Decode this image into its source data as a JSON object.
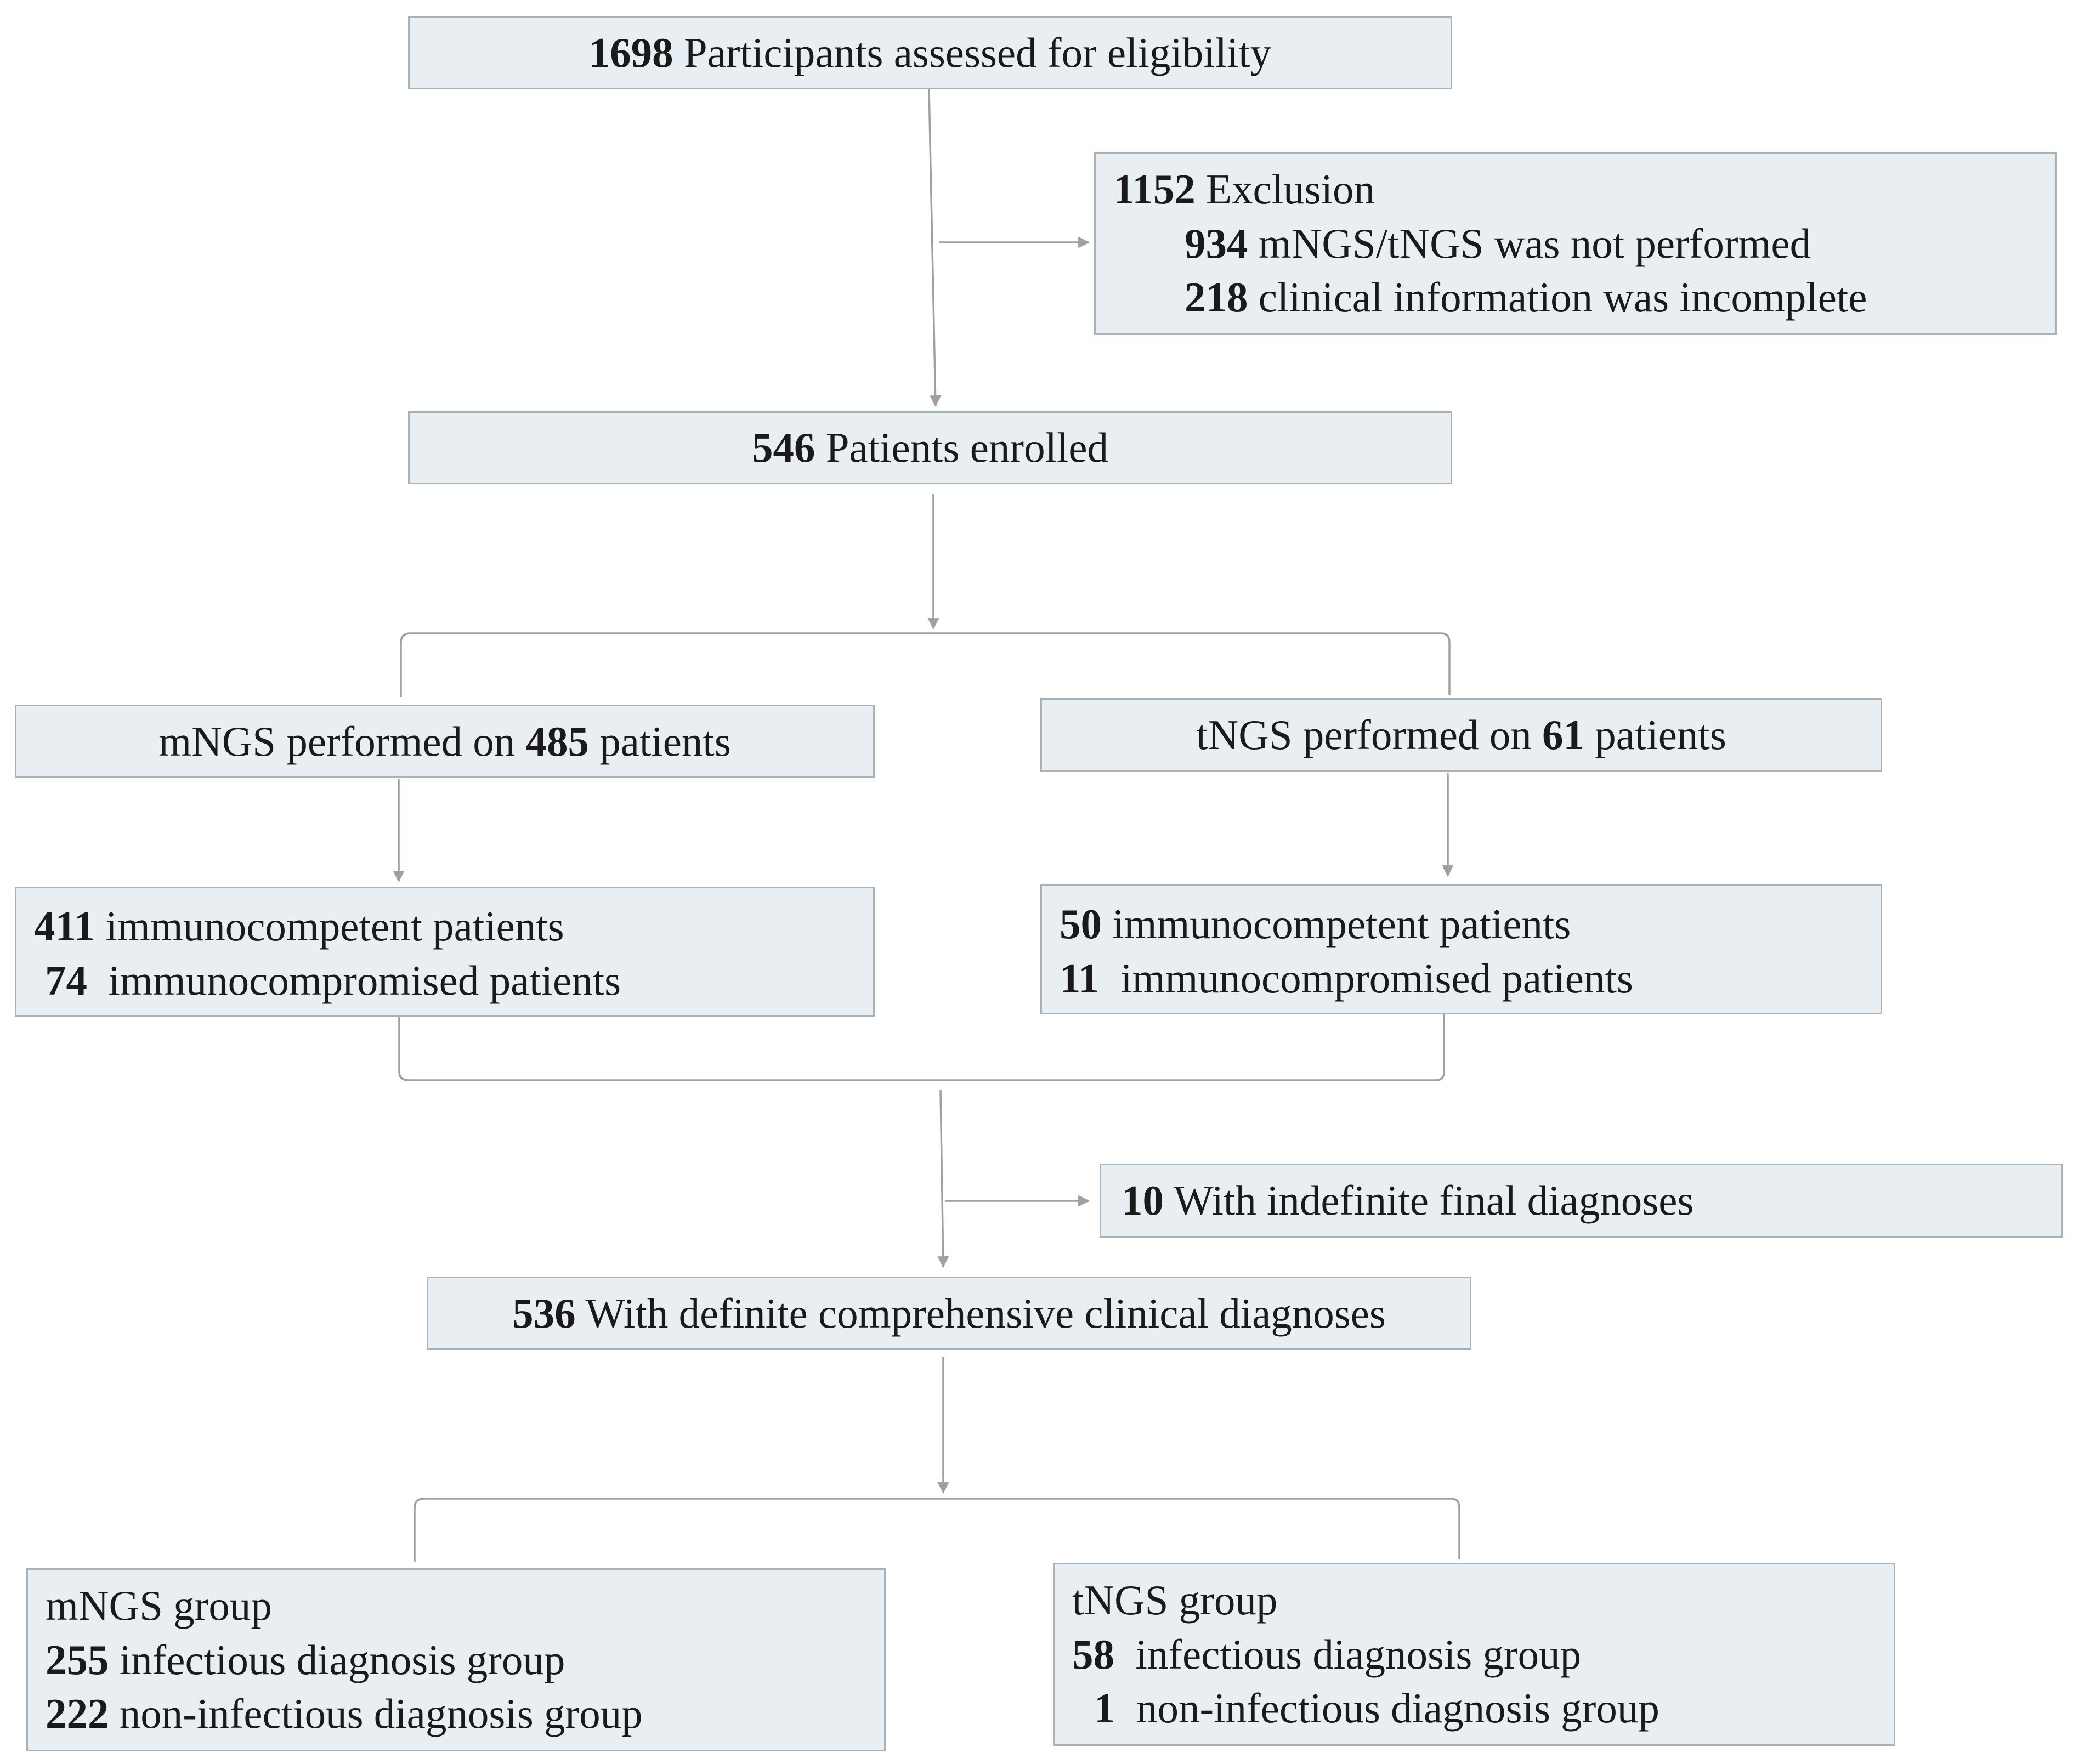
{
  "boxes": {
    "assessed": {
      "num": "1698",
      "text": " Participants assessed for eligibility"
    },
    "exclusion": {
      "num": "1152",
      "text": " Exclusion",
      "items": [
        {
          "num": "934",
          "text": " mNGS/tNGS was not performed"
        },
        {
          "num": "218",
          "text": " clinical information was incomplete"
        }
      ]
    },
    "enrolled": {
      "num": "546",
      "text": " Patients enrolled"
    },
    "mngs_performed": {
      "pre": "mNGS performed on ",
      "num": "485",
      "post": " patients"
    },
    "tngs_performed": {
      "pre": "tNGS performed on ",
      "num": "61",
      "post": " patients"
    },
    "mngs_immune": [
      {
        "num": "411",
        "text": " immunocompetent patients"
      },
      {
        "num": "74",
        "text": "  immunocompromised patients"
      }
    ],
    "tngs_immune": [
      {
        "num": "50",
        "text": " immunocompetent patients"
      },
      {
        "num": "11",
        "text": "  immunocompromised patients"
      }
    ],
    "indefinite": {
      "num": "10",
      "text": " With indefinite final diagnoses"
    },
    "definite": {
      "num": "536",
      "text": " With definite comprehensive clinical diagnoses"
    },
    "mngs_group": {
      "title": "mNGS group",
      "items": [
        {
          "num": "255",
          "text": " infectious diagnosis group"
        },
        {
          "num": "222",
          "text": " non-infectious diagnosis group"
        }
      ]
    },
    "tngs_group": {
      "title": "tNGS group",
      "items": [
        {
          "num": "58",
          "text": "  infectious diagnosis group"
        },
        {
          "num": "1",
          "text": "  non-infectious diagnosis group"
        }
      ]
    }
  },
  "colors": {
    "box_fill": "#e8eef2",
    "box_border": "#a9b2b7",
    "connector": "#a0a0a0"
  }
}
